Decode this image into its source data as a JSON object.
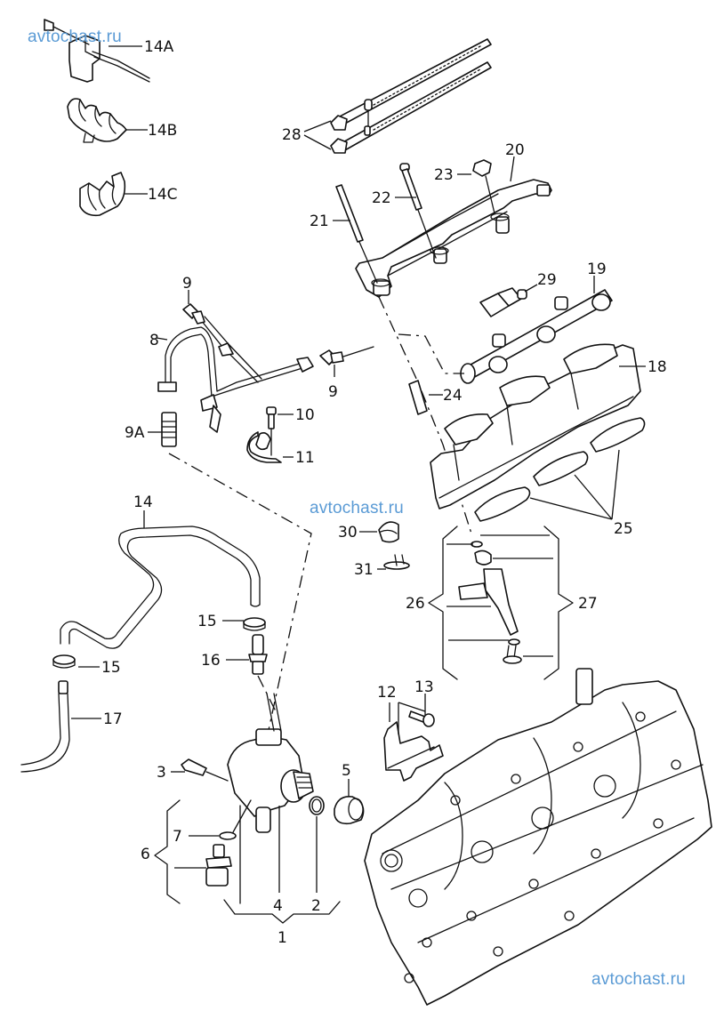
{
  "watermarks": [
    "avtochast.ru",
    "avtochast.ru",
    "avtochast.ru"
  ],
  "callouts": {
    "c14A": "14A",
    "c14B": "14B",
    "c14C": "14C",
    "c28": "28",
    "c20": "20",
    "c23": "23",
    "c22": "22",
    "c21": "21",
    "c29": "29",
    "c19": "19",
    "c18": "18",
    "c24": "24",
    "c25": "25",
    "c9a": "9",
    "c9b": "9",
    "c9A": "9A",
    "c8": "8",
    "c10": "10",
    "c11": "11",
    "c14": "14",
    "c15a": "15",
    "c15b": "15",
    "c16": "16",
    "c17": "17",
    "c30": "30",
    "c31": "31",
    "c26": "26",
    "c27": "27",
    "c12": "12",
    "c13": "13",
    "c3": "3",
    "c5": "5",
    "c6": "6",
    "c7": "7",
    "c4": "4",
    "c2": "2",
    "c1": "1"
  }
}
